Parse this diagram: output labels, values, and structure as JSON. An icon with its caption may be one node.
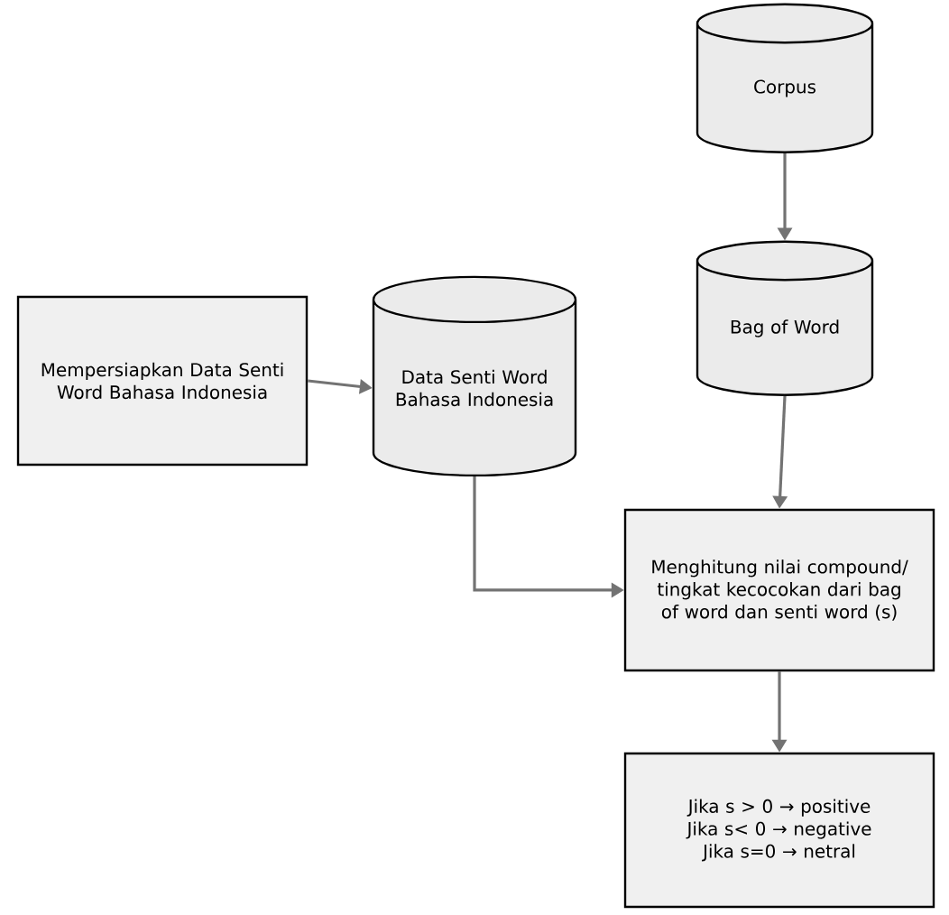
{
  "diagram": {
    "nodes": [
      {
        "text": [
          "Corpus"
        ]
      },
      {
        "text": [
          "Bag of Word"
        ]
      },
      {
        "text": [
          "Mempersiapkan Data Senti Word Bahasa Indonesia"
        ]
      },
      {
        "text": [
          "Data Senti Word Bahasa Indonesia"
        ]
      },
      {
        "text": [
          "Menghitung nilai compound/ tingkat kecocokan dari bag of word dan senti word (s)"
        ]
      },
      {
        "text": [
          "Jika s > 0 → positive",
          "Jika s< 0 → negative",
          "Jika s=0 → netral"
        ]
      }
    ],
    "edges": [
      {
        "from": 0,
        "to": 1,
        "arrow": "to"
      },
      {
        "from": 1,
        "to": 4,
        "arrow": "to"
      },
      {
        "from": 2,
        "to": 3,
        "arrow": "to"
      },
      {
        "from": 3,
        "to": 4,
        "arrow": "to"
      },
      {
        "from": 4,
        "to": 5,
        "arrow": "to"
      }
    ]
  }
}
